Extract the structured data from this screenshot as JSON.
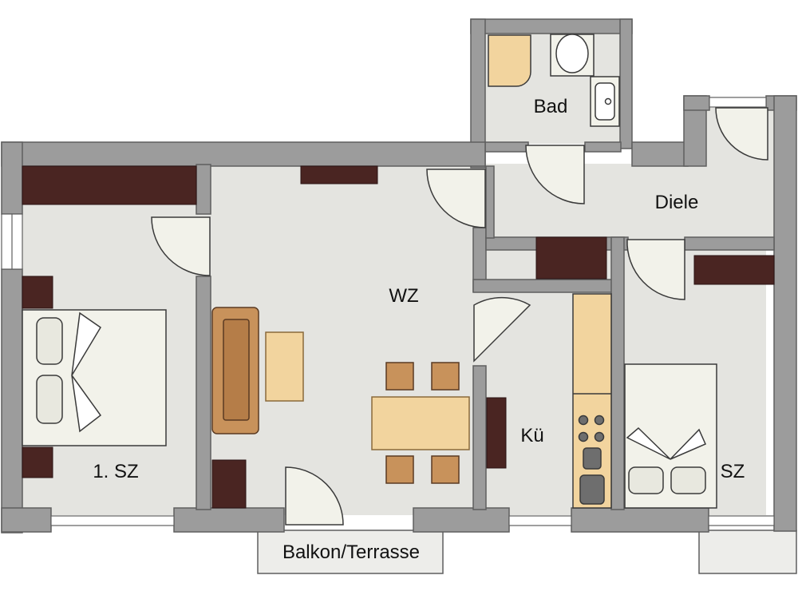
{
  "rooms": {
    "bad": "Bad",
    "diele": "Diele",
    "wz": "WZ",
    "sz1": "1. SZ",
    "kue": "Kü",
    "sz": "SZ",
    "balkon": "Balkon/Terrasse"
  },
  "colors": {
    "wall": "#9c9c9c",
    "wall_edge": "#5f5f5f",
    "floor": "#e4e4e0",
    "cabinet": "#4a2522",
    "wood": "#c8925b",
    "wood_light": "#f2d49e",
    "door": "#f2f2ea",
    "bed_pillow": "#e8e8df",
    "outline": "#3a3a3a",
    "window_fill": "#ffffff",
    "terrace": "#ededea"
  }
}
